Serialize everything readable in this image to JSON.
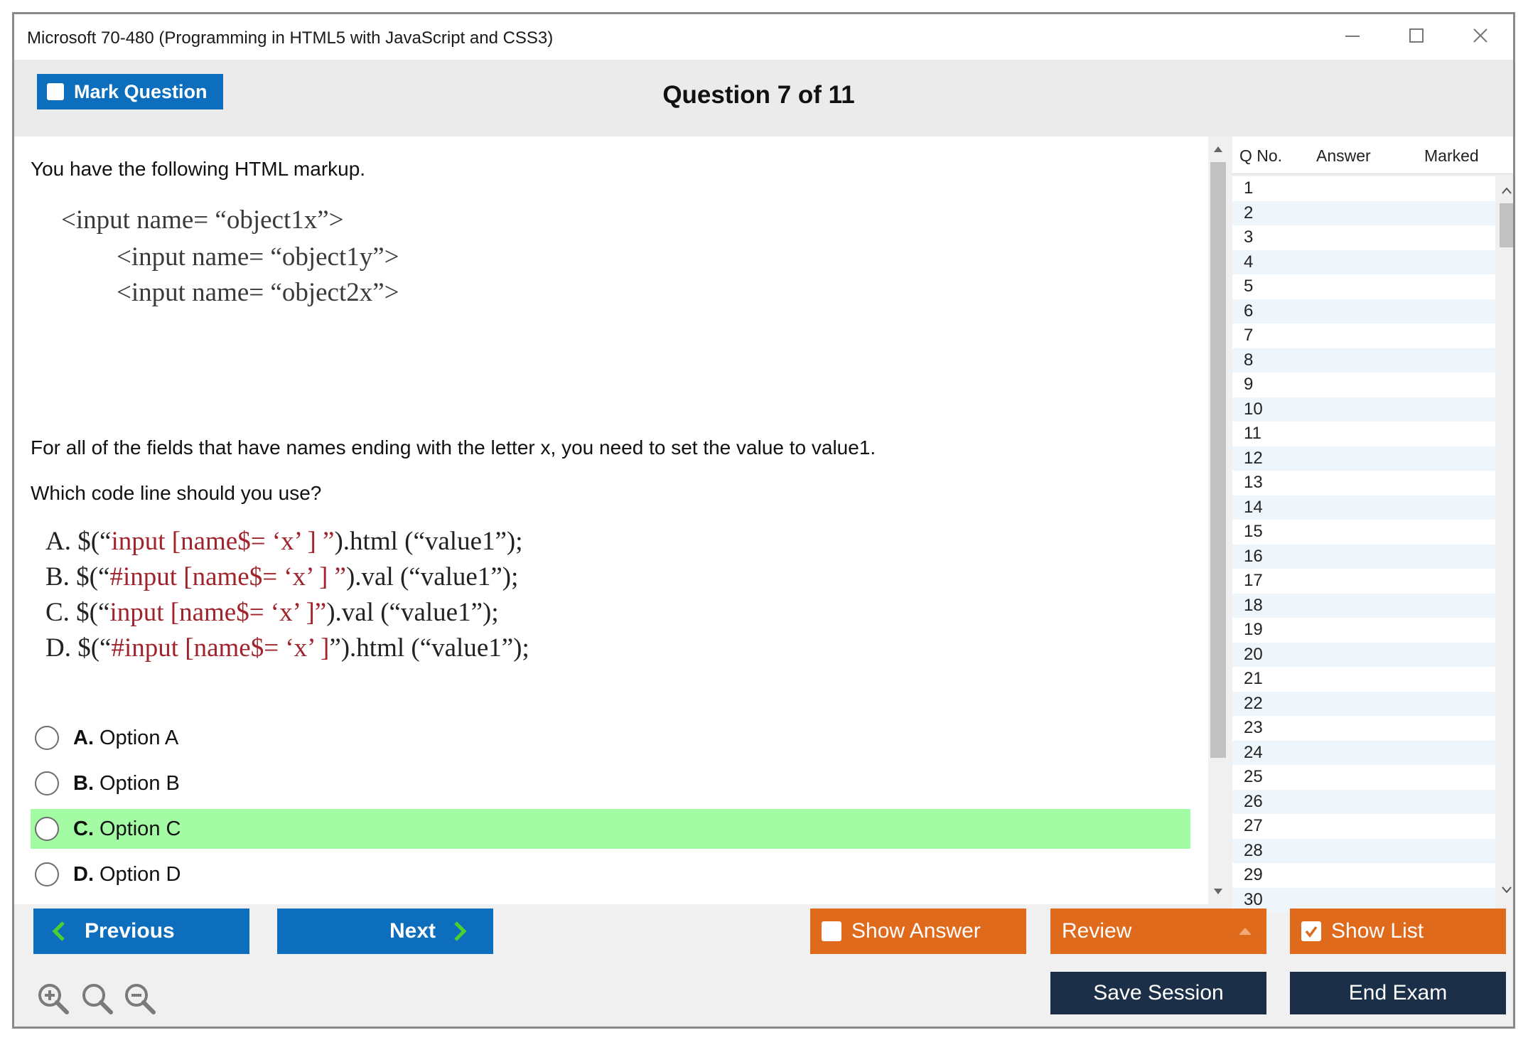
{
  "window": {
    "title": "Microsoft 70-480 (Programming in HTML5 with JavaScript and CSS3)"
  },
  "header": {
    "mark_label": "Mark Question",
    "question_title": "Question 7 of 11"
  },
  "question": {
    "intro": "You have the following HTML markup.",
    "code_lines": [
      "<input name= “object1x”>",
      "<input name= “object1y”>",
      "<input name= “object2x”>"
    ],
    "prompt": "For all of the fields that have names ending with the letter x, you need to set the value to value1.",
    "ask": "Which code line should you use?",
    "choices": [
      {
        "pre": "A. $(“",
        "red": "input [name$= ‘x’ ] ”",
        "post": ").html (“value1”);"
      },
      {
        "pre": "B. $(“",
        "red": "#input [name$= ‘x’ ] ”",
        "post": ").val (“value1”);"
      },
      {
        "pre": "C. $(“",
        "red": "input [name$= ‘x’ ]”",
        "post": ").val (“value1”);"
      },
      {
        "pre": "D. $(“",
        "red": "#input [name$= ‘x’ ]",
        "post": "”).html (“value1”);"
      }
    ]
  },
  "options": [
    {
      "letter": "A.",
      "text": "Option A",
      "highlighted": false
    },
    {
      "letter": "B.",
      "text": "Option B",
      "highlighted": false
    },
    {
      "letter": "C.",
      "text": "Option C",
      "highlighted": true
    },
    {
      "letter": "D.",
      "text": "Option D",
      "highlighted": false
    }
  ],
  "qlist": {
    "col_no": "Q No.",
    "col_answer": "Answer",
    "col_marked": "Marked",
    "rows": [
      "1",
      "2",
      "3",
      "4",
      "5",
      "6",
      "7",
      "8",
      "9",
      "10",
      "11",
      "12",
      "13",
      "14",
      "15",
      "16",
      "17",
      "18",
      "19",
      "20",
      "21",
      "22",
      "23",
      "24",
      "25",
      "26",
      "27",
      "28",
      "29",
      "30"
    ]
  },
  "buttons": {
    "previous": "Previous",
    "next": "Next",
    "show_answer": "Show Answer",
    "review": "Review",
    "show_list": "Show List",
    "save_session": "Save Session",
    "end_exam": "End Exam"
  },
  "colors": {
    "primary_blue": "#0d6ebd",
    "orange": "#e06a1c",
    "dark_navy": "#1c2f48",
    "correct_highlight": "#a3fca3",
    "code_red": "#a1232b"
  },
  "icons": {
    "minimize": "minimize-icon",
    "maximize": "maximize-icon",
    "close": "close-icon",
    "zoom_in": "zoom-in-icon",
    "zoom_reset": "zoom-reset-icon",
    "zoom_out": "zoom-out-icon"
  }
}
